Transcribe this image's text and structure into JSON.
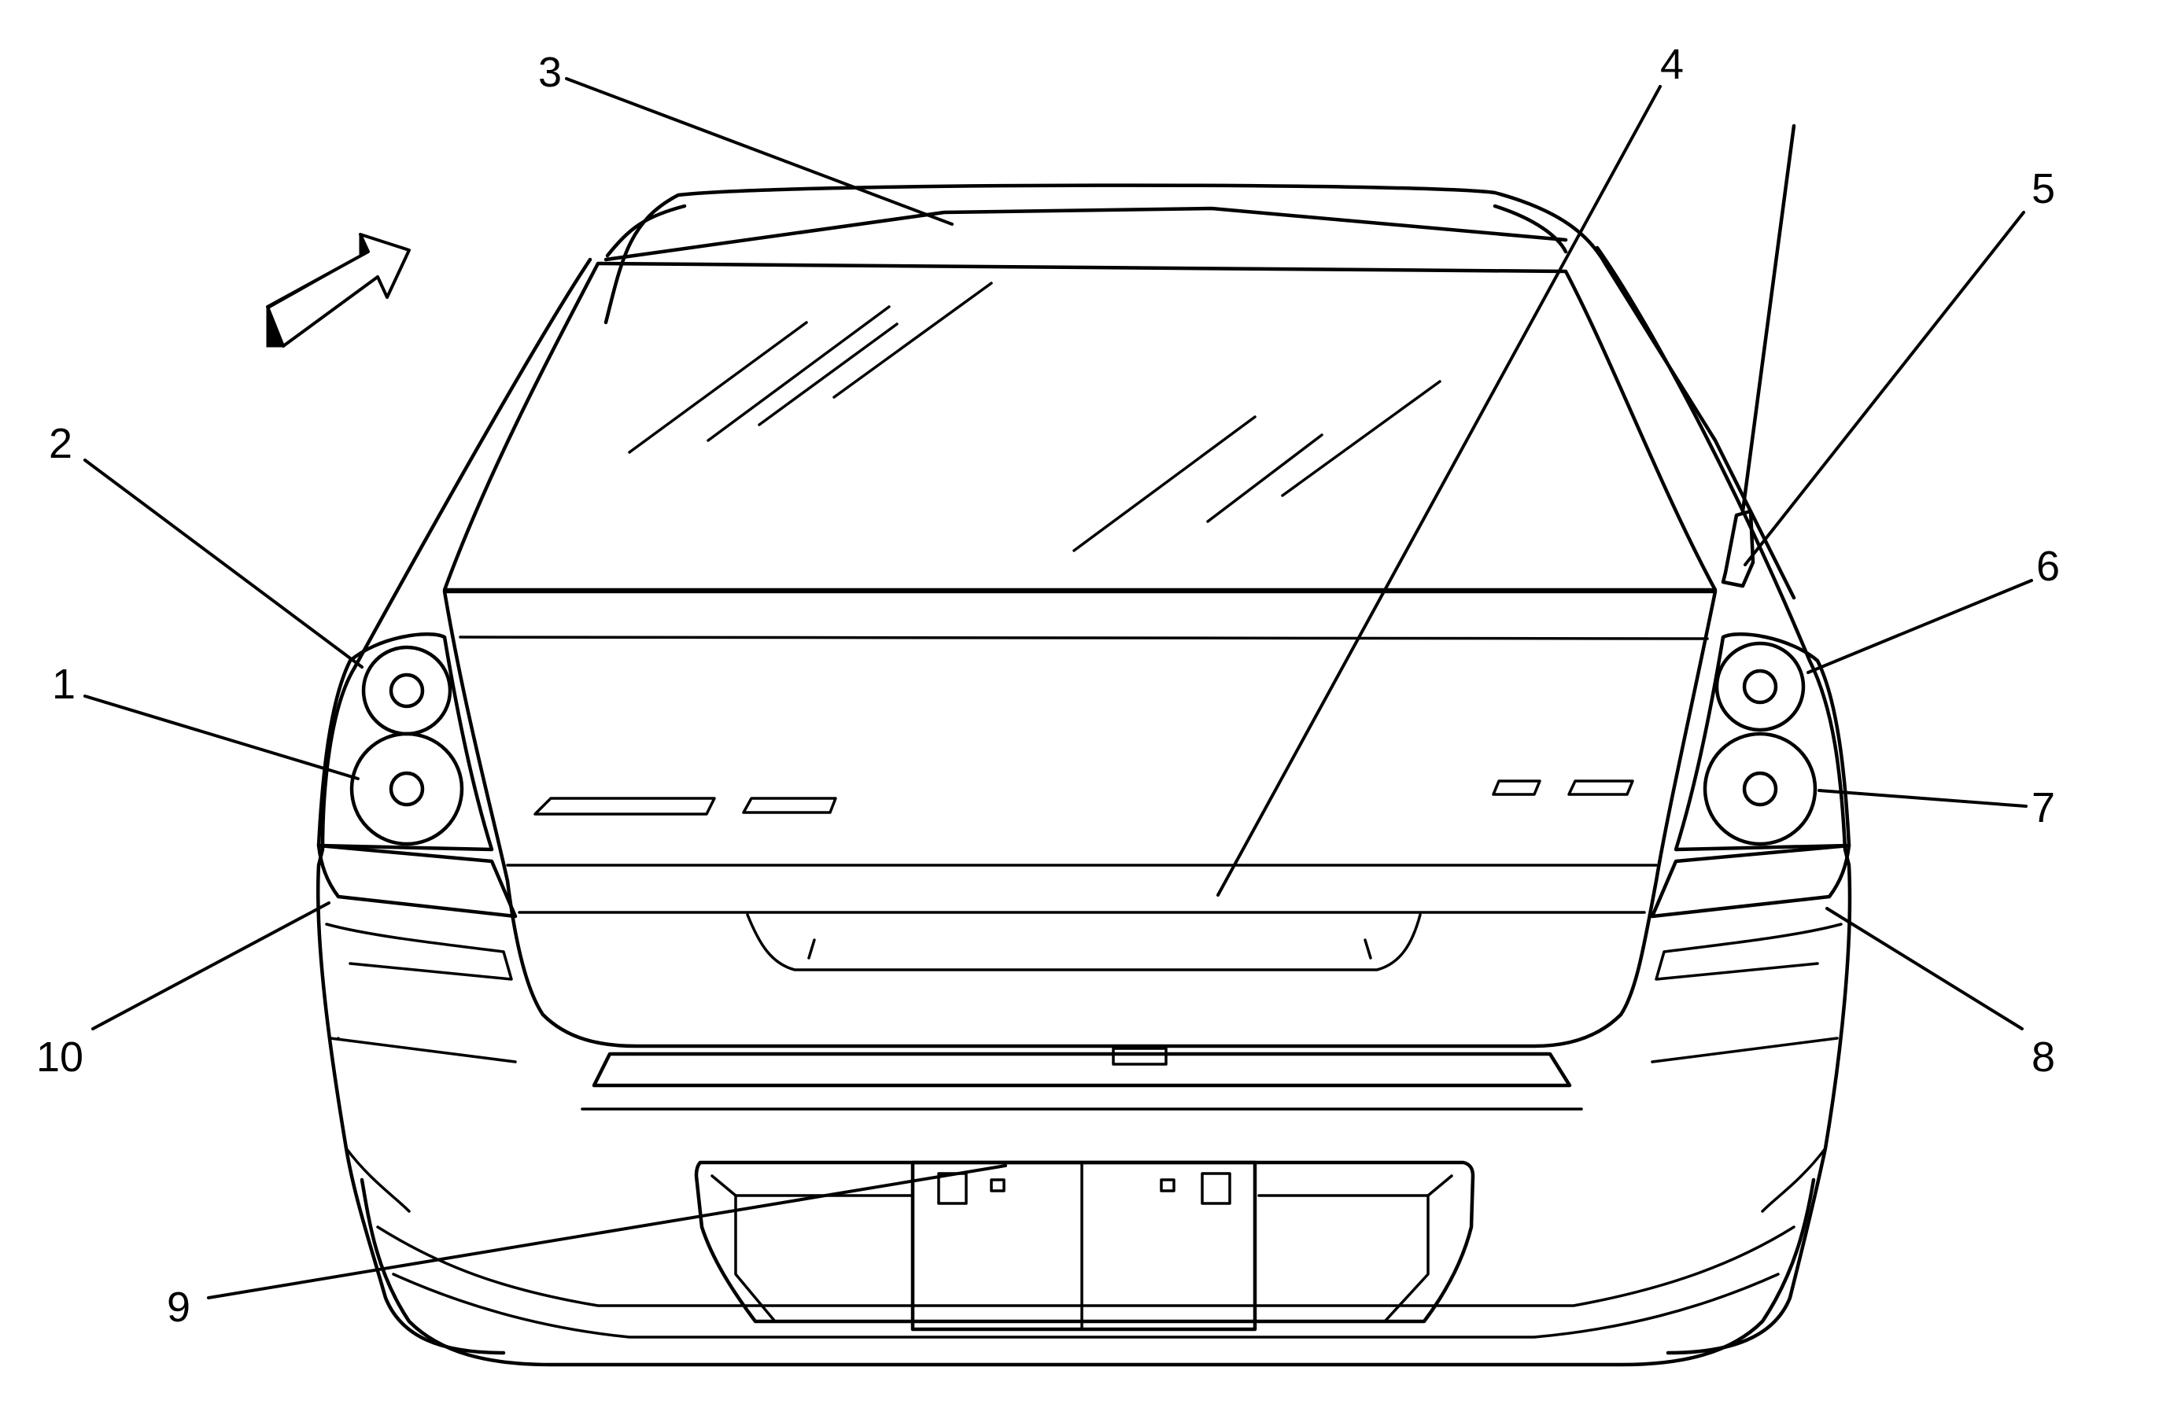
{
  "diagram": {
    "callouts": [
      {
        "id": "1",
        "label": "1"
      },
      {
        "id": "2",
        "label": "2"
      },
      {
        "id": "3",
        "label": "3"
      },
      {
        "id": "4",
        "label": "4"
      },
      {
        "id": "5",
        "label": "5"
      },
      {
        "id": "6",
        "label": "6"
      },
      {
        "id": "7",
        "label": "7"
      },
      {
        "id": "8",
        "label": "8"
      },
      {
        "id": "9",
        "label": "9"
      },
      {
        "id": "10",
        "label": "10"
      }
    ],
    "orientation_arrow": "front-direction-arrow-icon",
    "colors": {
      "line": "#000000",
      "background": "#ffffff"
    }
  }
}
